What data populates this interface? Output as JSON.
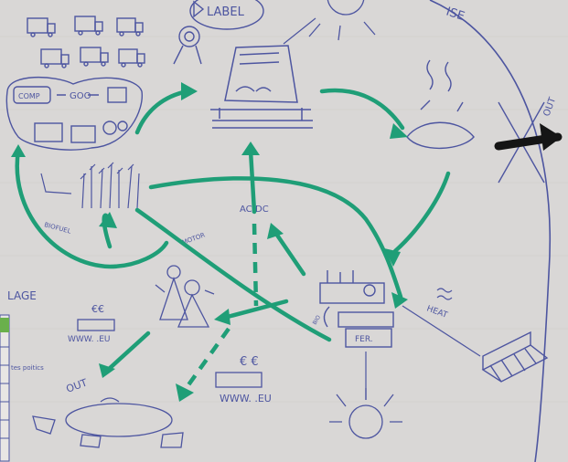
{
  "labels": {
    "label_badge": "LABEL",
    "compost": "COMP",
    "goo": "GOO",
    "biofuel": "BIOFUEL",
    "motor": "MOTOR",
    "acdc": "AC/DC",
    "village": "LAGE",
    "money1": "€€",
    "web1": "WWW.   .EU",
    "out1": "OUT",
    "money2": "€ €",
    "web2": "WWW.   .EU",
    "heat": "HEAT",
    "fert": "FER.",
    "out2": "OUT",
    "bio": "BIO",
    "top_right": "ISE",
    "legend_text": "tes poitics"
  },
  "colors": {
    "paper": "#d9d7d6",
    "ink": "#4d55a0",
    "green": "#1f9e77",
    "black": "#151515",
    "legend_green": "#6ab04c"
  }
}
